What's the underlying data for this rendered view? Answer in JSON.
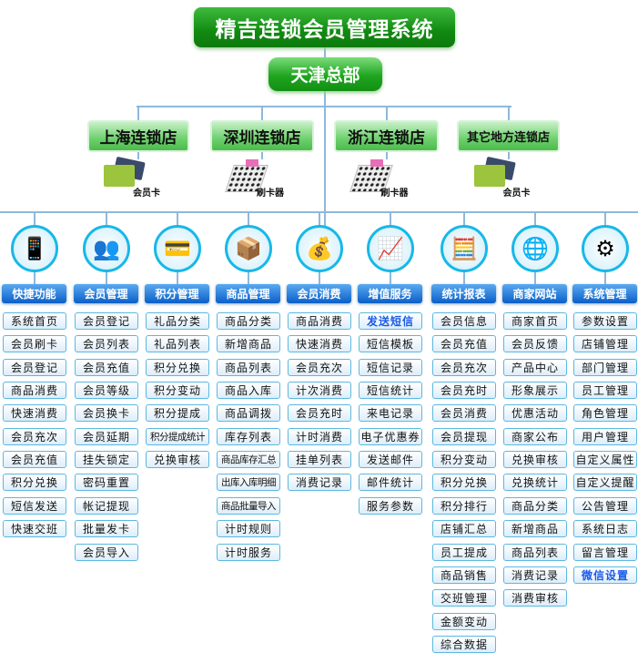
{
  "title": "精吉连锁会员管理系统",
  "headquarters": "天津总部",
  "branches": [
    {
      "name": "上海连锁店",
      "device": "会员卡",
      "device_icon": "member-card-icon"
    },
    {
      "name": "深圳连锁店",
      "device": "刷卡器",
      "device_icon": "card-reader-icon"
    },
    {
      "name": "浙江连锁店",
      "device": "刷卡器",
      "device_icon": "card-reader-icon"
    },
    {
      "name": "其它地方连锁店",
      "device": "会员卡",
      "device_icon": "member-card-icon"
    }
  ],
  "colors": {
    "title_green": "#118a11",
    "header_blue": "#0a5fc8",
    "highlight": "#1a5ae8",
    "line": "#8fb8dc"
  },
  "modules": [
    {
      "name": "快捷功能",
      "icon": "phone-icon",
      "glyph": "📱",
      "items": [
        "系统首页",
        "会员刷卡",
        "会员登记",
        "商品消费",
        "快速消费",
        "会员充次",
        "会员充值",
        "积分兑换",
        "短信发送",
        "快速交班"
      ]
    },
    {
      "name": "会员管理",
      "icon": "members-icon",
      "glyph": "👥",
      "items": [
        "会员登记",
        "会员列表",
        "会员充值",
        "会员等级",
        "会员换卡",
        "会员延期",
        "挂失锁定",
        "密码重置",
        "帐记提现",
        "批量发卡",
        "会员导入"
      ]
    },
    {
      "name": "积分管理",
      "icon": "credit-cards-icon",
      "glyph": "💳",
      "items": [
        "礼品分类",
        "礼品列表",
        "积分兑换",
        "积分变动",
        "积分提成",
        "积分提成统计",
        "兑换审核"
      ]
    },
    {
      "name": "商品管理",
      "icon": "product-box-icon",
      "glyph": "📦",
      "items": [
        "商品分类",
        "新增商品",
        "商品列表",
        "商品入库",
        "商品调拨",
        "库存列表",
        "商品库存汇总",
        "出库入库明细",
        "商品批量导入",
        "计时规则",
        "计时服务"
      ]
    },
    {
      "name": "会员消费",
      "icon": "coins-icon",
      "glyph": "💰",
      "items": [
        "商品消费",
        "快速消费",
        "会员充次",
        "计次消费",
        "会员充时",
        "计时消费",
        "挂单列表",
        "消费记录"
      ]
    },
    {
      "name": "增值服务",
      "icon": "monitor-chart-icon",
      "glyph": "📈",
      "items": [
        "发送短信",
        "短信模板",
        "短信记录",
        "短信统计",
        "来电记录",
        "电子优惠券",
        "发送邮件",
        "邮件统计",
        "服务参数"
      ],
      "highlight": [
        0
      ]
    },
    {
      "name": "统计报表",
      "icon": "report-calculator-icon",
      "glyph": "🧮",
      "items": [
        "会员信息",
        "会员充值",
        "会员充次",
        "会员充时",
        "会员消费",
        "会员提现",
        "积分变动",
        "积分兑换",
        "积分排行",
        "店铺汇总",
        "员工提成",
        "商品销售",
        "交班管理",
        "金额变动",
        "综合数据"
      ]
    },
    {
      "name": "商家网站",
      "icon": "website-icon",
      "glyph": "🌐",
      "items": [
        "商家首页",
        "会员反馈",
        "产品中心",
        "形象展示",
        "优惠活动",
        "商家公布",
        "兑换审核",
        "兑换统计",
        "商品分类",
        "新增商品",
        "商品列表",
        "消费记录",
        "消费审核"
      ]
    },
    {
      "name": "系统管理",
      "icon": "gears-icon",
      "glyph": "⚙",
      "items": [
        "参数设置",
        "店铺管理",
        "部门管理",
        "员工管理",
        "角色管理",
        "用户管理",
        "自定义属性",
        "自定义提醒",
        "公告管理",
        "系统日志",
        "留言管理",
        "微信设置"
      ],
      "highlight": [
        11
      ]
    }
  ]
}
